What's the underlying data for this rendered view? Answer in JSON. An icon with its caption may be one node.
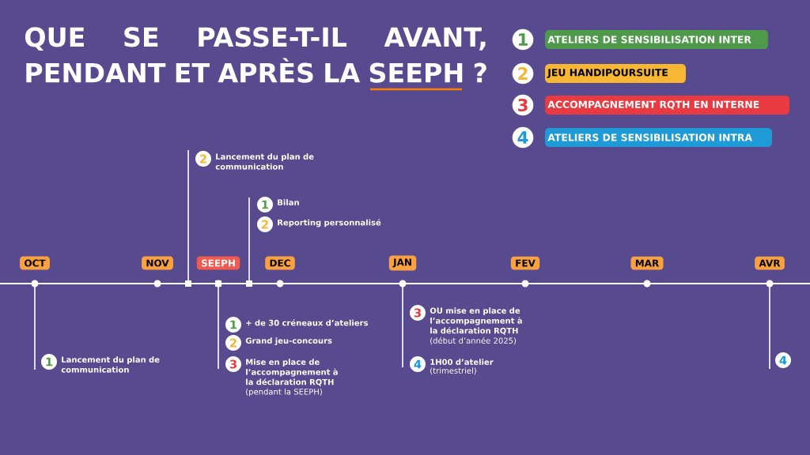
{
  "diagram": {
    "title": "QUE SE PASSE-T-IL AVANT, PENDANT ET APRÈS LA SEEPH ?",
    "nodes": [
      {
        "text": [
          "OCT"
        ]
      },
      {
        "text": [
          "NOV"
        ]
      },
      {
        "text": [
          "SEEPH"
        ]
      },
      {
        "text": [
          "DEC"
        ]
      },
      {
        "text": [
          "JAN"
        ]
      },
      {
        "text": [
          "FEV"
        ]
      },
      {
        "text": [
          "MAR"
        ]
      },
      {
        "text": [
          "AVR"
        ]
      },
      {
        "text": [
          "2"
        ],
        "beside": [
          "Lancement du plan de communication"
        ]
      },
      {
        "text": [
          "1"
        ],
        "beside": [
          "Bilan"
        ]
      },
      {
        "text": [
          "2"
        ],
        "beside": [
          "Reporting personnalisé"
        ]
      },
      {
        "text": [
          "1"
        ],
        "beside": [
          "Lancement du plan de communication"
        ]
      },
      {
        "text": [
          "1"
        ],
        "beside": [
          "+ de 30 créneaux d’ateliers"
        ]
      },
      {
        "text": [
          "2"
        ],
        "beside": [
          "Grand jeu-concours"
        ]
      },
      {
        "text": [
          "3"
        ],
        "beside": [
          "Mise en place de l’accompagnement à la déclaration RQTH",
          "(pendant la SEEPH)"
        ]
      },
      {
        "text": [
          "3"
        ],
        "beside": [
          "OU mise en place de l’accompagnement à la déclaration RQTH",
          "(début d’année 2025)"
        ]
      },
      {
        "text": [
          "4"
        ],
        "beside": [
          "1H00 d’atelier",
          "(trimestriel)"
        ]
      },
      {
        "text": [
          "4"
        ]
      }
    ],
    "labels": [
      "1",
      "2",
      "3",
      "4"
    ],
    "legend": [
      {
        "text": "ATELIERS DE SENSIBILISATION INTER",
        "color": "#4f9a4a"
      },
      {
        "text": "JEU HANDIPOURSUITE",
        "color": "#f7b733"
      },
      {
        "text": "ACCOMPAGNEMENT RQTH EN INTERNE",
        "color": "#e83a40"
      },
      {
        "text": "ATELIERS DE SENSIBILISATION INTRA",
        "color": "#1e9ad6"
      }
    ]
  }
}
